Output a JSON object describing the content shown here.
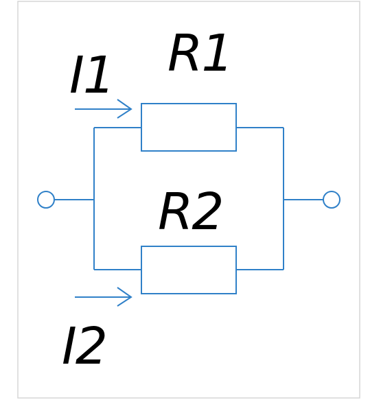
{
  "labels": {
    "r1": "R1",
    "r2": "R2",
    "i1": "I1",
    "i2": "I2"
  },
  "colors": {
    "wire": "#2f80c8",
    "text": "#000000",
    "frame": "#d6d6d6",
    "background": "#ffffff"
  }
}
